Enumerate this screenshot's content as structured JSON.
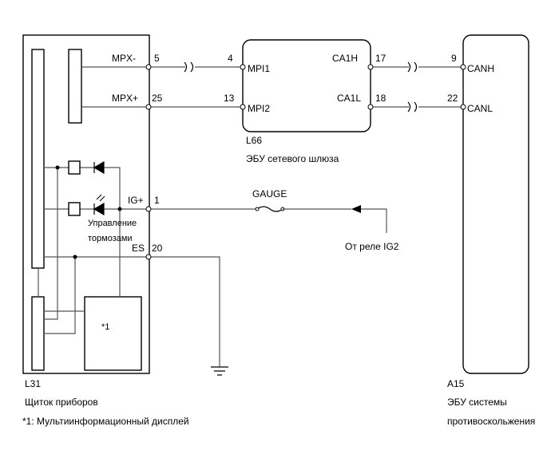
{
  "connectors": {
    "l31": {
      "code": "L31",
      "title": "Щиток приборов"
    },
    "l66": {
      "code": "L66",
      "title": "ЭБУ сетевого шлюза"
    },
    "a15": {
      "code": "A15",
      "title_line1": "ЭБУ системы",
      "title_line2": "противоскольжения"
    }
  },
  "signals": {
    "mpx_minus": "MPX-",
    "mpx_plus": "MPX+",
    "ig_plus": "IG+",
    "es": "ES",
    "mpi1": "MPI1",
    "mpi2": "MPI2",
    "ca1h": "CA1H",
    "ca1l": "CA1L",
    "canh": "CANH",
    "canl": "CANL"
  },
  "pins": {
    "l31_mpx_minus": "5",
    "l31_mpx_plus": "25",
    "l31_ig": "1",
    "l31_es": "20",
    "l66_mpi1": "4",
    "l66_mpi2": "13",
    "l66_ca1h": "17",
    "l66_ca1l": "18",
    "a15_canh": "9",
    "a15_canl": "22"
  },
  "labels": {
    "gauge_fuse": "GAUGE",
    "relay_source": "От реле IG2",
    "brake_control_line1": "Управление",
    "brake_control_line2": "тормозами",
    "mid_box": "*1"
  },
  "footnote": "*1: Мультиинформационный дисплей"
}
